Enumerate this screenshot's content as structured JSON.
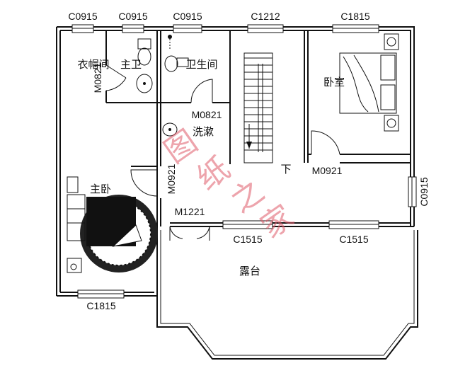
{
  "title": "",
  "window_labels": {
    "c0915_a": "C0915",
    "c0915_b": "C0915",
    "c0915_c": "C0915",
    "c1212": "C1212",
    "c1815_top": "C1815",
    "c0915_right": "C0915",
    "c1515_a": "C1515",
    "c1515_b": "C1515",
    "c1815_bottom": "C1815"
  },
  "door_labels": {
    "m0821_left": "M0821",
    "m0821_wash": "M0821",
    "m0921_left": "M0921",
    "m0921_right": "M0921",
    "m1221": "M1221"
  },
  "room_labels": {
    "closet": "衣帽间",
    "master_bath": "主卫",
    "bathroom": "卫生间",
    "wash": "洗漱",
    "master_bedroom": "主卧",
    "bedroom": "卧室",
    "terrace": "露台",
    "stair_down": "下"
  },
  "watermark": [
    "图",
    "纸",
    "之",
    "家"
  ],
  "colors": {
    "wall": "#111111",
    "watermark": "#e05a6a"
  }
}
